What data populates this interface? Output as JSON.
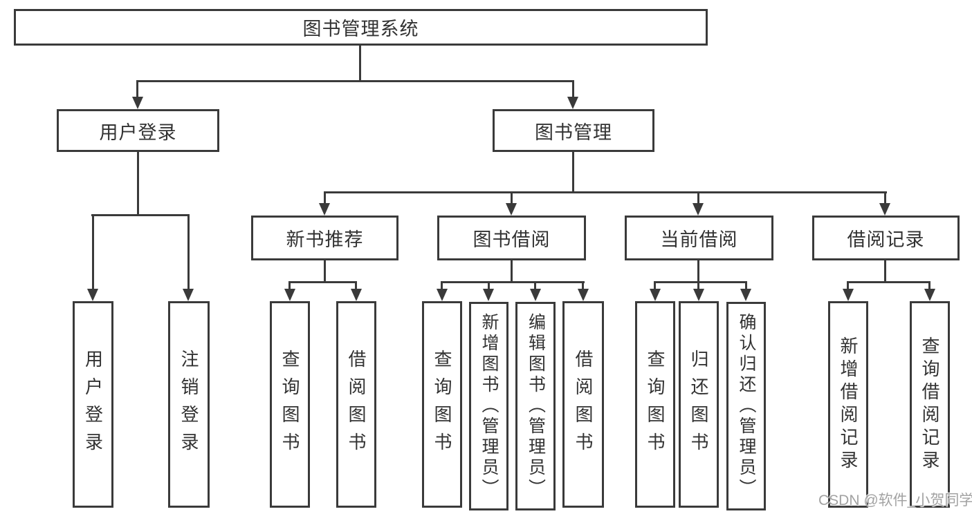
{
  "diagram": {
    "title": "图书管理系统",
    "type": "functional-structure-tree"
  },
  "root": {
    "label": "图书管理系统"
  },
  "level2": {
    "user": {
      "label": "用户登录"
    },
    "book": {
      "label": "图书管理"
    }
  },
  "user_children": [
    {
      "label": "用户登录"
    },
    {
      "label": "注销登录"
    }
  ],
  "level3": [
    {
      "label": "新书推荐",
      "children": [
        {
          "label": "查询图书"
        },
        {
          "label": "借阅图书"
        }
      ]
    },
    {
      "label": "图书借阅",
      "children": [
        {
          "label": "查询图书"
        },
        {
          "label": "新增图书（管理员）"
        },
        {
          "label": "编辑图书（管理员）"
        },
        {
          "label": "借阅图书"
        }
      ]
    },
    {
      "label": "当前借阅",
      "children": [
        {
          "label": "查询图书"
        },
        {
          "label": "归还图书"
        },
        {
          "label": "确认归还（管理员）"
        }
      ]
    },
    {
      "label": "借阅记录",
      "children": [
        {
          "label": "新增借阅记录"
        },
        {
          "label": "查询借阅记录"
        }
      ]
    }
  ],
  "watermark": {
    "text": "CSDN @软件_小贺同学"
  },
  "colors": {
    "line": "#3a3a3a",
    "box_border": "#3a3a3a",
    "text": "#323232",
    "background": "#ffffff",
    "watermark": "#a2a2a2"
  }
}
